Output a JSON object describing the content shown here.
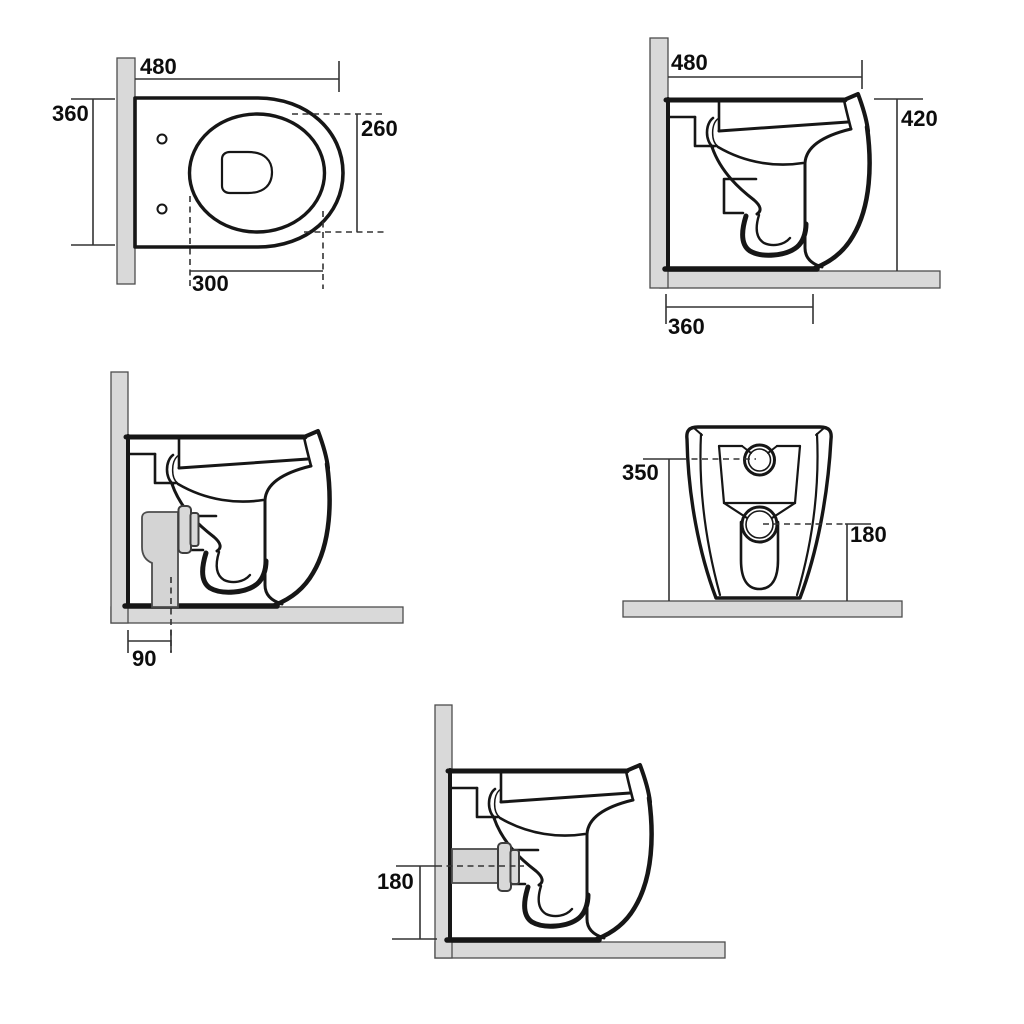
{
  "document": {
    "type": "technical dimension drawing",
    "subject": "back-to-wall toilet pan, five orthographic views",
    "background": "#ffffff"
  },
  "colors": {
    "line": "#161616",
    "dimension_line": "#333333",
    "wall_floor_fill": "#d9d9d9",
    "pipe_fill": "#d4d4d4",
    "text": "#0d0d0d"
  },
  "views": {
    "plan": {
      "label": "plan view (top)",
      "dims": {
        "wall_to_front": "480",
        "overall_width": "360",
        "bowl_width": "260",
        "bowl_length": "300"
      }
    },
    "side": {
      "label": "side elevation",
      "dims": {
        "wall_to_front": "480",
        "height": "420",
        "base_depth": "360"
      }
    },
    "side_floor_outlet": {
      "label": "side elevation with vertical floor outlet",
      "dims": {
        "outlet_centre_from_wall": "90"
      }
    },
    "rear": {
      "label": "rear elevation",
      "dims": {
        "inlet_centre_height": "350",
        "outlet_centre_height": "180"
      }
    },
    "side_wall_outlet": {
      "label": "side elevation with horizontal wall outlet",
      "dims": {
        "outlet_centre_height": "180"
      }
    }
  }
}
